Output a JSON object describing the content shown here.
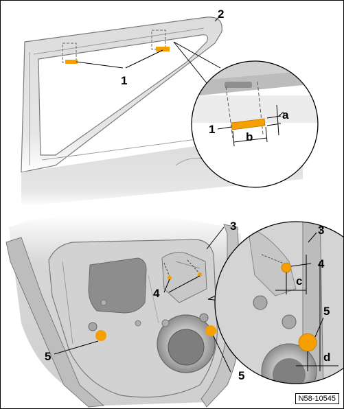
{
  "figure": {
    "reference": "N58-10545",
    "callouts": {
      "one": "1",
      "two": "2",
      "three": "3",
      "four": "4",
      "five": "5"
    },
    "dimensions": {
      "a": "a",
      "b": "b",
      "c": "c",
      "d": "d"
    },
    "colors": {
      "marking": "#f5a000",
      "marking_dark": "#d98a00",
      "panel_fill": "#d9d9d9",
      "panel_stroke": "#7a7a7a",
      "shadow": "#9a9a9a"
    }
  }
}
